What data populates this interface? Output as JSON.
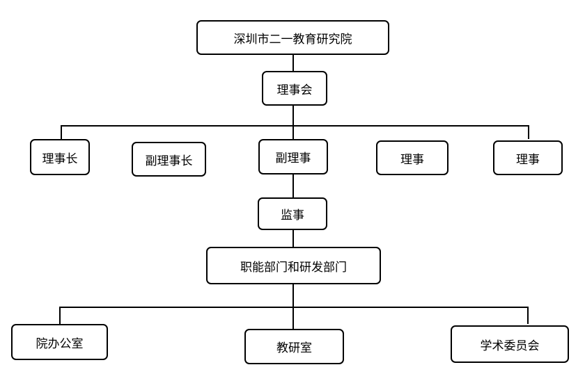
{
  "org_chart": {
    "root": "深圳市二一教育研究院",
    "board": "理事会",
    "board_members": [
      "理事长",
      "副理事长",
      "副理事",
      "理事",
      "理事"
    ],
    "supervisor": "监事",
    "departments_group": "职能部门和研发部门",
    "departments": [
      "院办公室",
      "教研室",
      "学术委员会"
    ]
  }
}
